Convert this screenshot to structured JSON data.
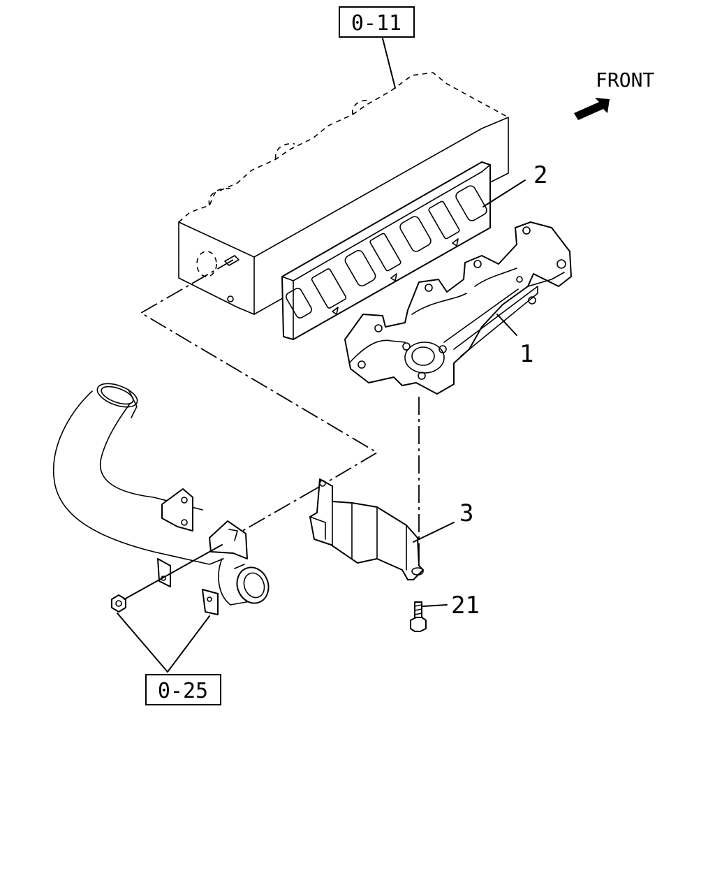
{
  "references": {
    "top": "0-11",
    "bottom": "0-25"
  },
  "orientation": {
    "label": "FRONT",
    "icon": "front-arrow-icon"
  },
  "callouts": [
    {
      "id": "2",
      "part": "exhaust-manifold-gasket"
    },
    {
      "id": "1",
      "part": "exhaust-manifold"
    },
    {
      "id": "3",
      "part": "heat-shield-bracket"
    },
    {
      "id": "21",
      "part": "bolt"
    }
  ]
}
